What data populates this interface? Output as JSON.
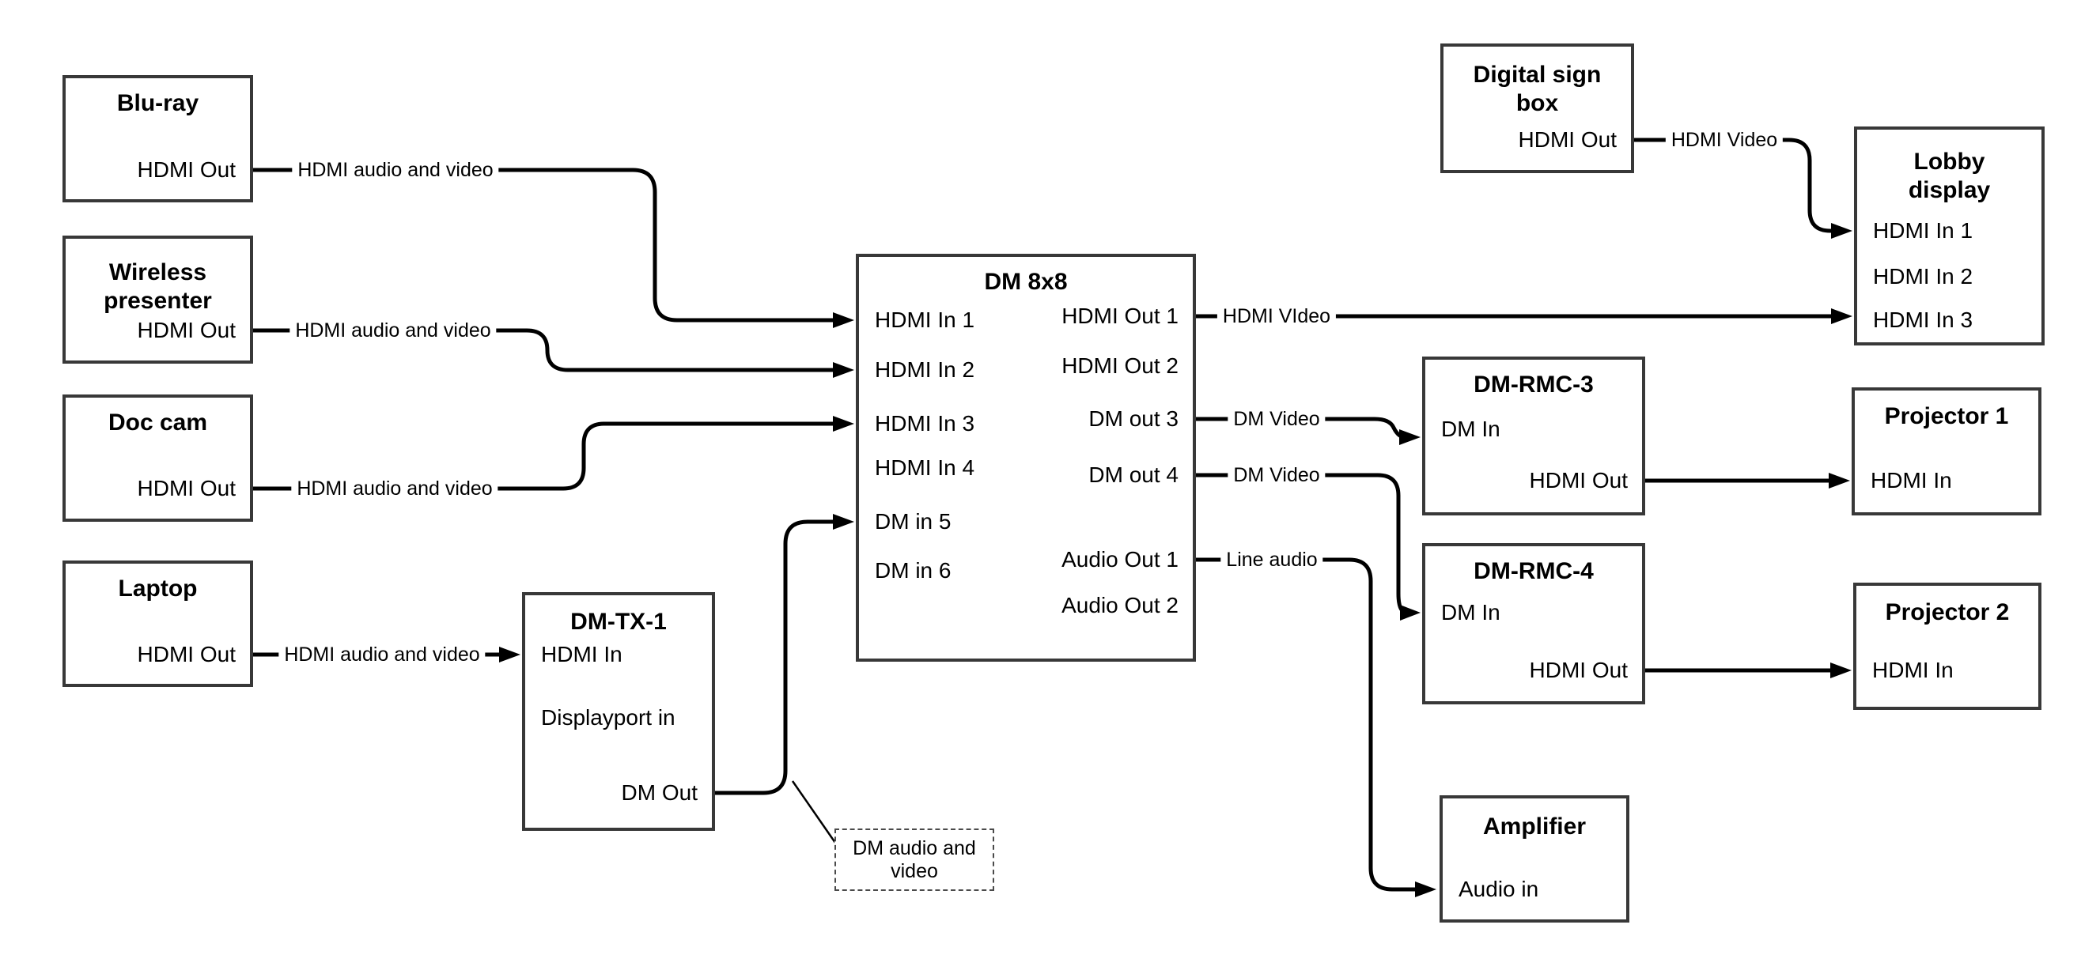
{
  "colors": {
    "wire": "#000000",
    "box_border": "#383838",
    "background": "#ffffff"
  },
  "boxes": {
    "bluray": {
      "title": "Blu-ray",
      "hdmi_out": "HDMI Out"
    },
    "wireless": {
      "title": "Wireless presenter",
      "hdmi_out": "HDMI Out"
    },
    "doccam": {
      "title": "Doc cam",
      "hdmi_out": "HDMI Out"
    },
    "laptop": {
      "title": "Laptop",
      "hdmi_out": "HDMI Out"
    },
    "dmtx1": {
      "title": "DM-TX-1",
      "hdmi_in": "HDMI In",
      "displayport_in": "Displayport in",
      "dm_out": "DM Out"
    },
    "dm8x8": {
      "title": "DM 8x8",
      "hdmi_in_1": "HDMI In 1",
      "hdmi_in_2": "HDMI In 2",
      "hdmi_in_3": "HDMI In 3",
      "hdmi_in_4": "HDMI In 4",
      "dm_in_5": "DM in 5",
      "dm_in_6": "DM in 6",
      "hdmi_out_1": "HDMI Out 1",
      "hdmi_out_2": "HDMI Out 2",
      "dm_out_3": "DM out 3",
      "dm_out_4": "DM out 4",
      "audio_out_1": "Audio Out 1",
      "audio_out_2": "Audio Out 2"
    },
    "digital_sign": {
      "title": "Digital sign box",
      "hdmi_out": "HDMI Out"
    },
    "lobby": {
      "title": "Lobby display",
      "hdmi_in_1": "HDMI In 1",
      "hdmi_in_2": "HDMI In 2",
      "hdmi_in_3": "HDMI In 3"
    },
    "dmrmc3": {
      "title": "DM-RMC-3",
      "dm_in": "DM In",
      "hdmi_out": "HDMI Out"
    },
    "proj1": {
      "title": "Projector 1",
      "hdmi_in": "HDMI In"
    },
    "dmrmc4": {
      "title": "DM-RMC-4",
      "dm_in": "DM In",
      "hdmi_out": "HDMI Out"
    },
    "proj2": {
      "title": "Projector 2",
      "hdmi_in": "HDMI In"
    },
    "amplifier": {
      "title": "Amplifier",
      "audio_in": "Audio in"
    }
  },
  "wire_labels": {
    "bluray": "HDMI audio and video",
    "wireless": "HDMI audio and video",
    "doccam": "HDMI audio and video",
    "laptop": "HDMI audio and video",
    "digital_sign": "HDMI Video",
    "hdmi_out_1": "HDMI VIdeo",
    "dm_out_3": "DM Video",
    "dm_out_4": "DM Video",
    "audio_out_1": "Line audio",
    "callout": "DM audio and video"
  }
}
